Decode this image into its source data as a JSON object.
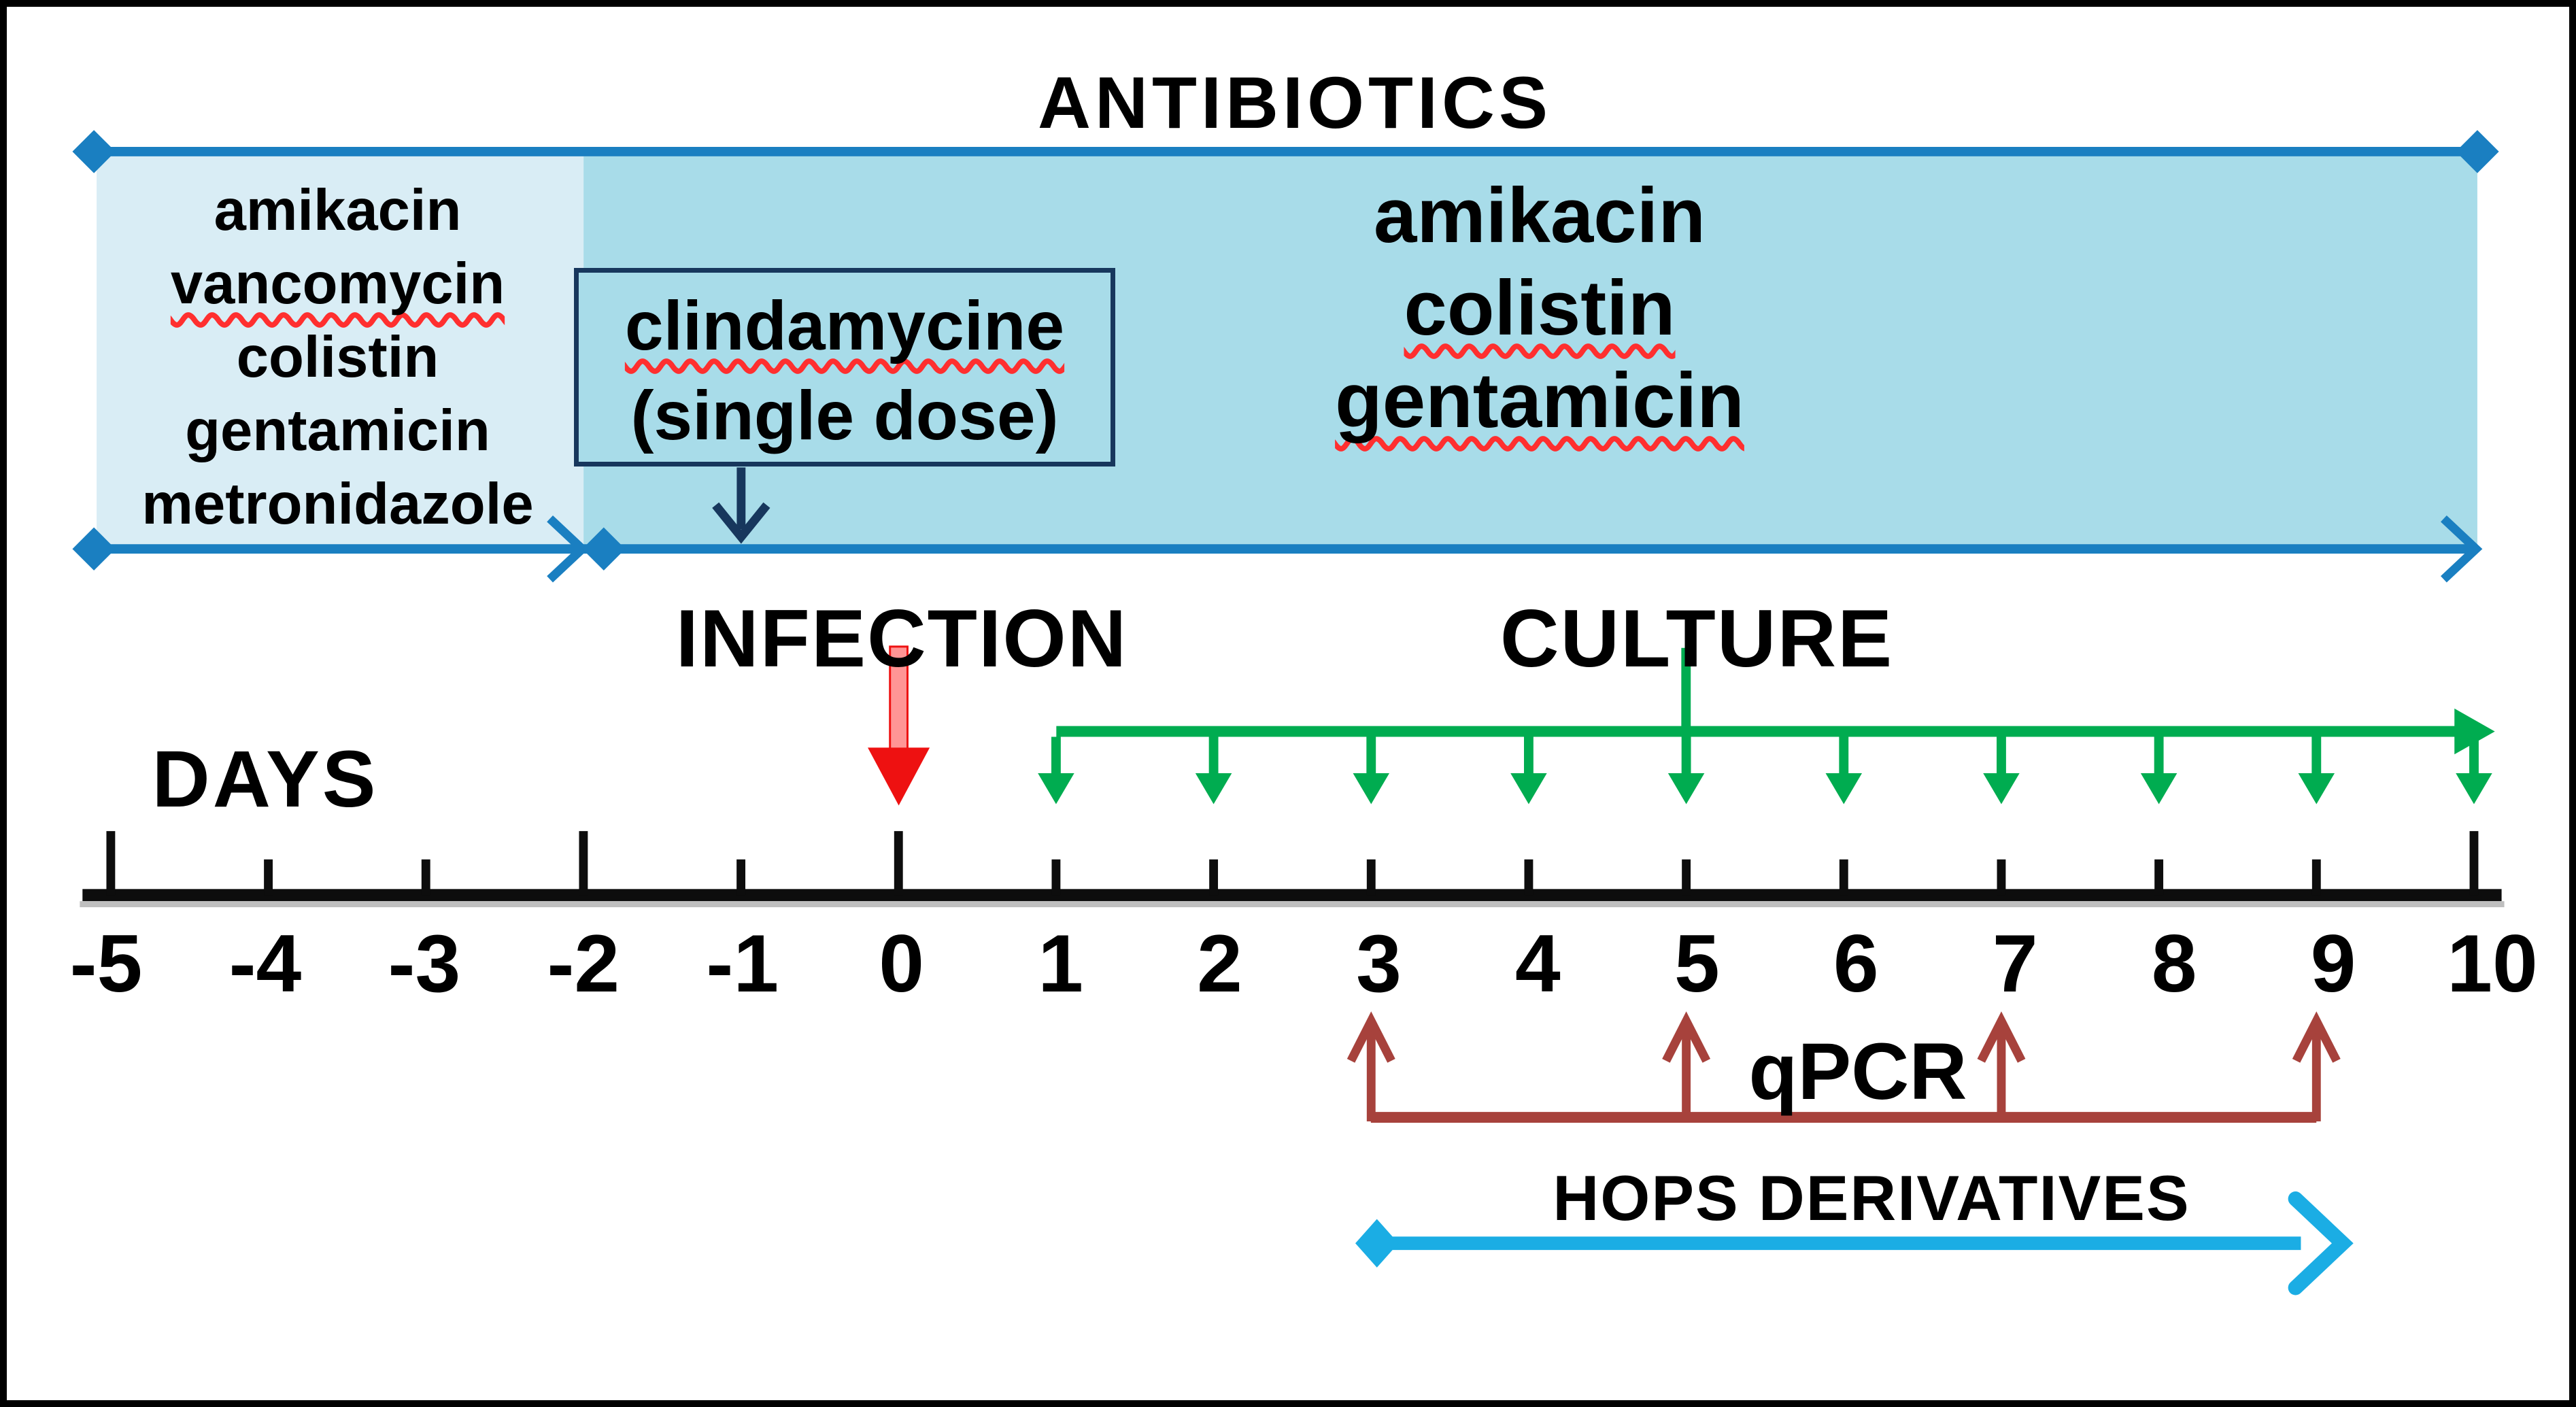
{
  "antibiotics": {
    "title": "ANTIBIOTICS",
    "initial_regimen": {
      "period_days": {
        "start": -5,
        "end": -2
      },
      "drugs": [
        {
          "name": "amikacin",
          "misspelling_underline": false
        },
        {
          "name": "vancomycin",
          "misspelling_underline": true
        },
        {
          "name": "colistin",
          "misspelling_underline": false
        },
        {
          "name": "gentamicin",
          "misspelling_underline": false
        },
        {
          "name": "metronidazole",
          "misspelling_underline": false
        }
      ]
    },
    "maintenance_regimen": {
      "period_days": {
        "start": -2,
        "end": 10
      },
      "drugs": [
        {
          "name": "amikacin",
          "misspelling_underline": false
        },
        {
          "name": "colistin",
          "misspelling_underline": true
        },
        {
          "name": "gentamicin",
          "misspelling_underline": true
        }
      ]
    },
    "clindamycin": {
      "line1": "clindamycine",
      "line2": "(single dose)",
      "line1_underline": true,
      "day": -1
    }
  },
  "timeline": {
    "label": "DAYS",
    "ticks": [
      {
        "value": -5,
        "major": true
      },
      {
        "value": -4,
        "major": false
      },
      {
        "value": -3,
        "major": false
      },
      {
        "value": -2,
        "major": true
      },
      {
        "value": -1,
        "major": false
      },
      {
        "value": 0,
        "major": true
      },
      {
        "value": 1,
        "major": false
      },
      {
        "value": 2,
        "major": false
      },
      {
        "value": 3,
        "major": false
      },
      {
        "value": 4,
        "major": false
      },
      {
        "value": 5,
        "major": false
      },
      {
        "value": 6,
        "major": false
      },
      {
        "value": 7,
        "major": false
      },
      {
        "value": 8,
        "major": false
      },
      {
        "value": 9,
        "major": false
      },
      {
        "value": 10,
        "major": true
      }
    ]
  },
  "infection": {
    "label": "INFECTION",
    "day": 0
  },
  "culture": {
    "label": "CULTURE",
    "days": [
      1,
      2,
      3,
      4,
      5,
      6,
      7,
      8,
      9,
      10
    ],
    "label_day": 5
  },
  "qpcr": {
    "label": "qPCR",
    "days": [
      3,
      5,
      7,
      9
    ],
    "span_days": {
      "start": 3,
      "end": 9
    }
  },
  "hops": {
    "label": "HOPS DERIVATIVES",
    "span_days": {
      "start": 3,
      "end": 9.2
    }
  },
  "colors": {
    "line_blue": "#1a7fc1",
    "box_light": "#d9edf5",
    "box_dark": "#a8dce9",
    "navy": "#17375d",
    "arrow_red": "#ee1111",
    "arrow_red_light": "#ff9595",
    "green": "#00ac50",
    "dark_red": "#a7423c",
    "cyan": "#1bade4",
    "squiggle_red": "#ff2f2f",
    "axis": "#0d0d0d",
    "axis_shadow": "#bfbfbf",
    "text": "#000000"
  }
}
